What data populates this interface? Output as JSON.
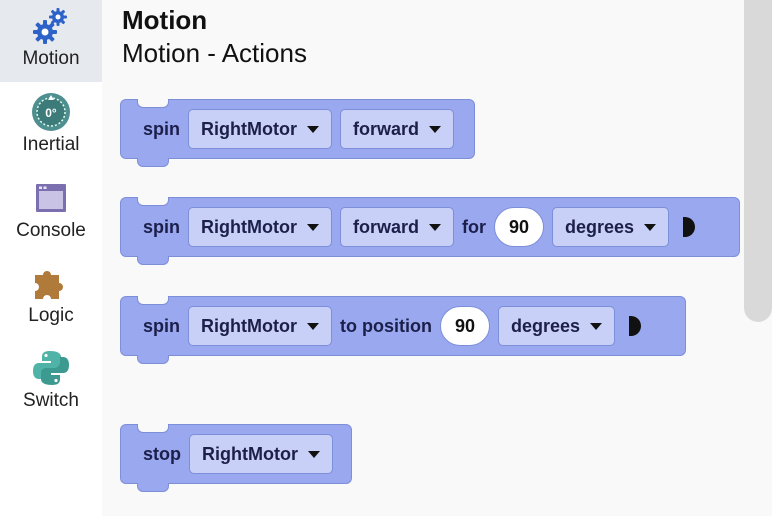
{
  "sidebar": {
    "items": [
      {
        "label": "Motion",
        "icon": "gears-icon"
      },
      {
        "label": "Inertial",
        "icon": "inertial-dial-icon",
        "icon_text": "0°"
      },
      {
        "label": "Console",
        "icon": "console-window-icon"
      },
      {
        "label": "Logic",
        "icon": "puzzle-icon"
      },
      {
        "label": "Switch",
        "icon": "python-icon"
      }
    ]
  },
  "header": {
    "title": "Motion",
    "subtitle": "Motion - Actions"
  },
  "blocks": {
    "spin": {
      "kw": "spin",
      "motor": "RightMotor",
      "direction": "forward"
    },
    "spin_for": {
      "kw": "spin",
      "motor": "RightMotor",
      "direction": "forward",
      "for_kw": "for",
      "amount": "90",
      "unit": "degrees"
    },
    "spin_to": {
      "kw": "spin",
      "motor": "RightMotor",
      "to_kw": "to position",
      "amount": "90",
      "unit": "degrees"
    },
    "stop": {
      "kw": "stop",
      "motor": "RightMotor"
    }
  },
  "colors": {
    "block": "#99a8ef",
    "block_border": "#7d8fd9",
    "dropdown": "#c8d0f7",
    "sidebar_active": "#e6e9ee"
  }
}
